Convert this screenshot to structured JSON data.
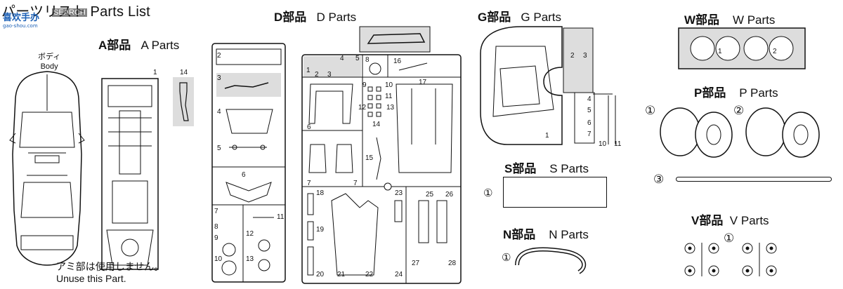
{
  "page_title": "パーツリスト Parts List",
  "watermark": {
    "logo_cn": "喜欢手办",
    "url": "gao-shou.com",
    "overlay": "SEARCH"
  },
  "a_parts": {
    "jp": "A部品",
    "en": "A Parts",
    "numbers": [
      "1",
      "14"
    ]
  },
  "body": {
    "jp": "ボディ",
    "en": "Body"
  },
  "note": {
    "jp": "アミ部は使用しません。",
    "en": "Unuse this Part."
  },
  "d_parts": {
    "jp": "D部品",
    "en": "D Parts",
    "numbers": [
      "2",
      "3",
      "4",
      "5",
      "6",
      "7",
      "8",
      "9",
      "10",
      "11",
      "12",
      "13",
      "1",
      "2",
      "3",
      "4",
      "5",
      "6",
      "7",
      "7",
      "8",
      "9",
      "10",
      "11",
      "12",
      "13",
      "14",
      "15",
      "16",
      "17",
      "18",
      "19",
      "20",
      "21",
      "22",
      "23",
      "24",
      "25",
      "26",
      "27",
      "28"
    ]
  },
  "g_parts": {
    "jp": "G部品",
    "en": "G Parts",
    "numbers": [
      "1",
      "2",
      "3",
      "4",
      "5",
      "6",
      "7",
      "10",
      "11"
    ]
  },
  "s_parts": {
    "jp": "S部品",
    "en": "S Parts",
    "marker": "①"
  },
  "n_parts": {
    "jp": "N部品",
    "en": "N Parts",
    "marker": "①"
  },
  "w_parts": {
    "jp": "W部品",
    "en": "W Parts",
    "numbers": [
      "1",
      "2"
    ]
  },
  "p_parts": {
    "jp": "P部品",
    "en": "P Parts",
    "markers": [
      "①",
      "②",
      "③"
    ]
  },
  "v_parts": {
    "jp": "V部品",
    "en": "V Parts",
    "marker": "①"
  }
}
